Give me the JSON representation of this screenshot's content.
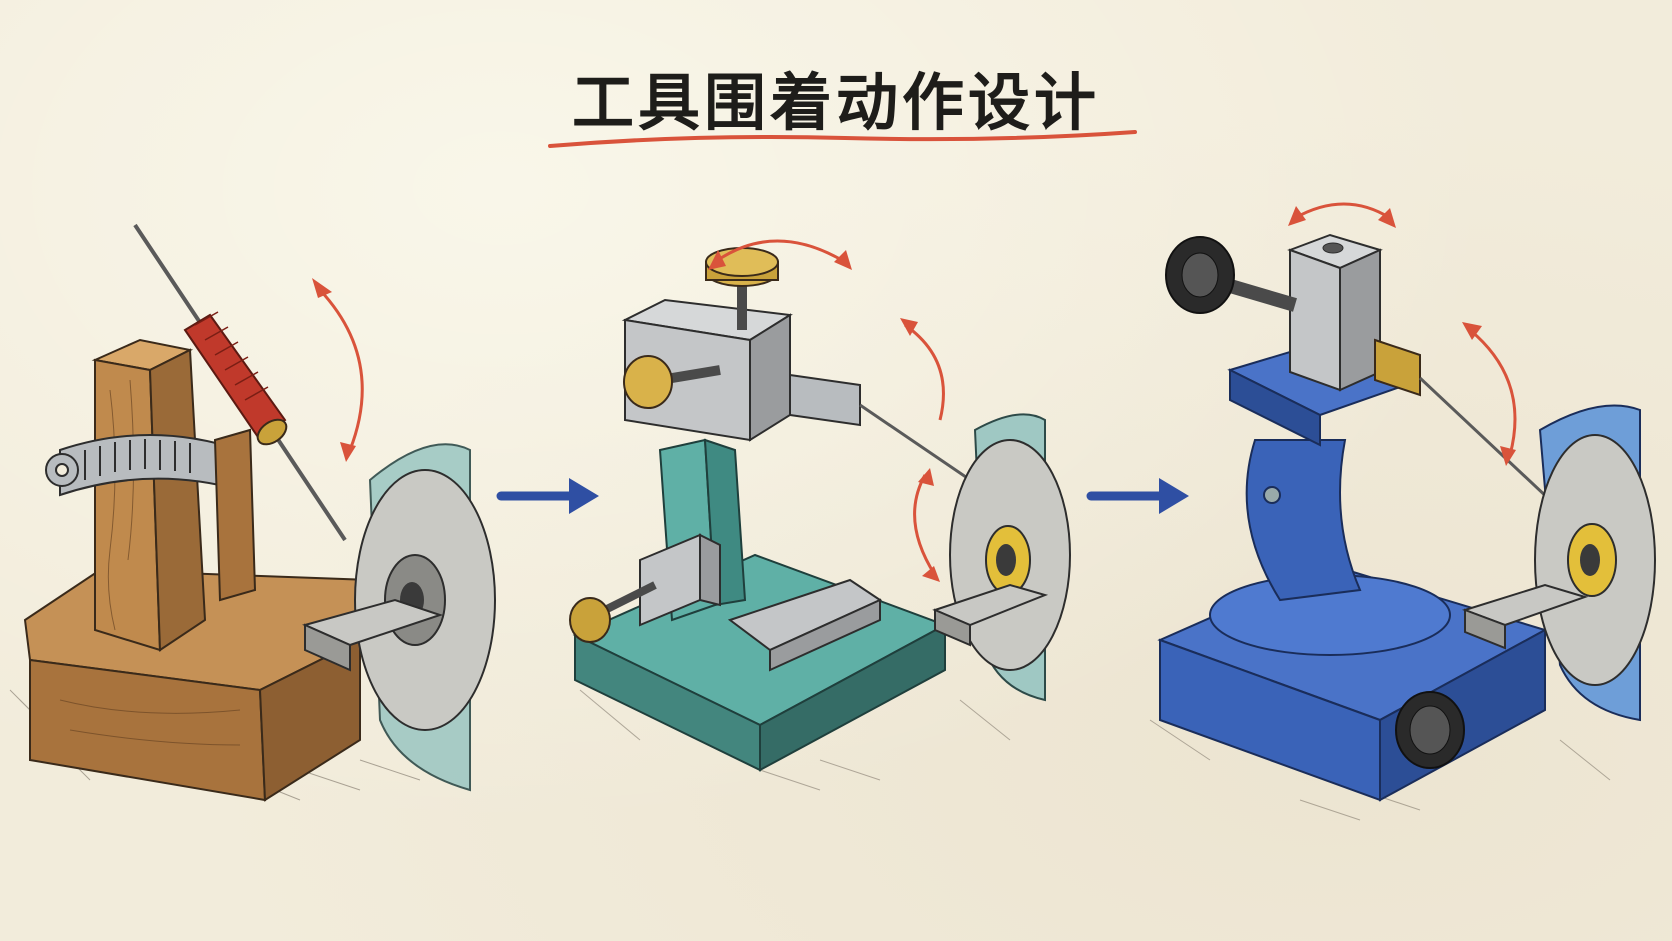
{
  "header": {
    "title": "工具围着动作设计"
  },
  "colors": {
    "background": "#f2ecdb",
    "ink": "#1e1d1a",
    "accent_red": "#d9533b",
    "flow_arrow_blue": "#2f4fa3",
    "wood": "#c08a4d",
    "teal": "#4f9f96",
    "blue_jig": "#3a63b8",
    "brass": "#c9a23a",
    "steel": "#b8bcbf",
    "grinding_wheel": "#9fc8c3"
  },
  "stages": [
    {
      "id": "wooden-jig",
      "icon": "wooden-clamp-jig-icon"
    },
    {
      "id": "teal-jig",
      "icon": "teal-adjustable-jig-icon"
    },
    {
      "id": "blue-jig",
      "icon": "blue-precision-jig-icon"
    }
  ]
}
